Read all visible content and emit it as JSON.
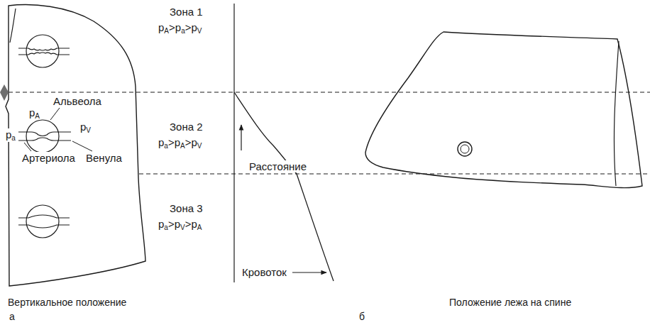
{
  "diagram": {
    "labels": [
      "Зона 1",
      "pA>pa>pV",
      "Альвеола",
      "pA",
      "pa",
      "pV",
      "Зона 2",
      "pa>pA>pV",
      "Артериола",
      "Венула",
      "Расстояние",
      "Зона 3",
      "pa>pV>pA",
      "Кровоток",
      "Вертикальное положение",
      "Положение лежа на спине",
      "а",
      "б"
    ]
  }
}
